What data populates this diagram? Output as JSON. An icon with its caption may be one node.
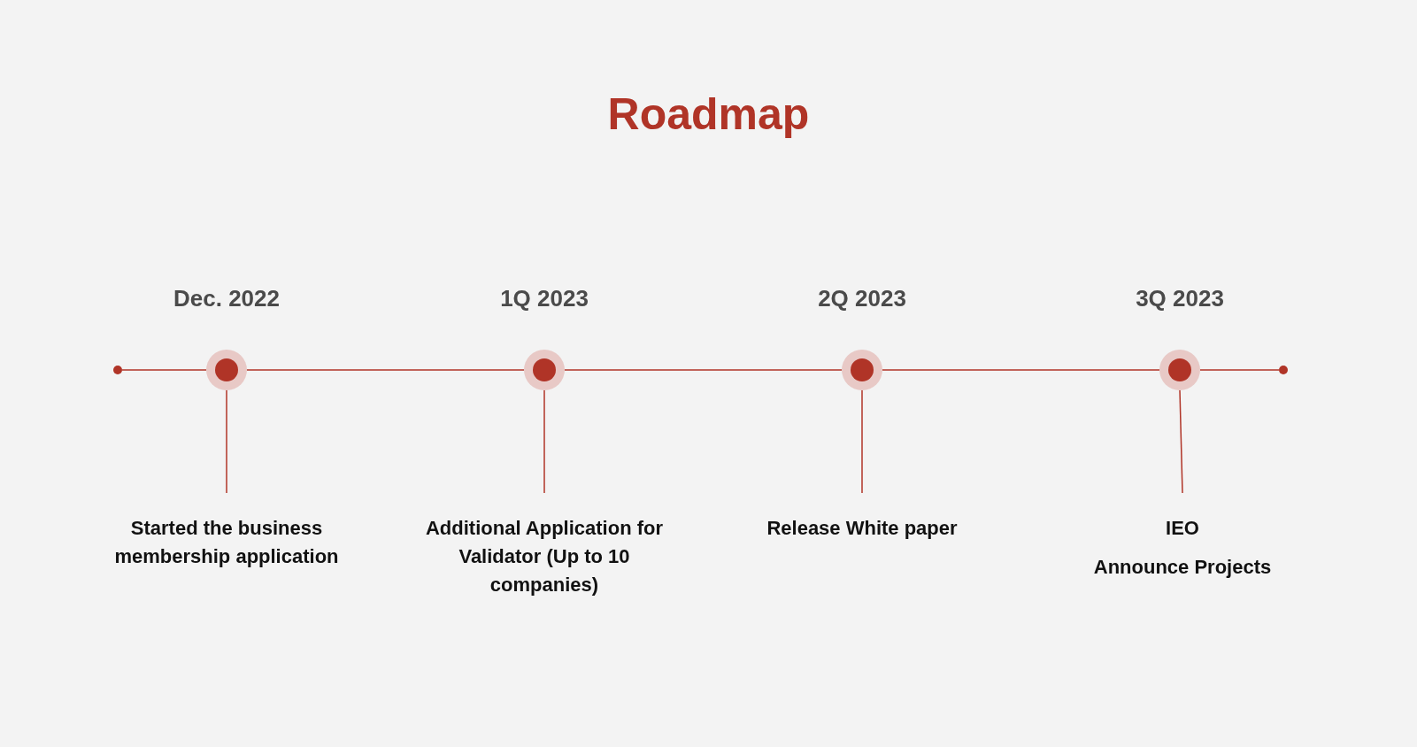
{
  "diagram": {
    "title": "Roadmap",
    "nodes": [
      {
        "text": [],
        "shape": "circle"
      },
      {
        "text": [],
        "shape": "circle",
        "beside": [
          "Dec. 2022"
        ]
      },
      {
        "text": [],
        "shape": "circle",
        "beside": [
          "1Q 2023"
        ]
      },
      {
        "text": [],
        "shape": "circle",
        "beside": [
          "2Q 2023"
        ]
      },
      {
        "text": [],
        "shape": "circle",
        "beside": [
          "3Q 2023"
        ]
      },
      {
        "text": [],
        "shape": "circle"
      },
      {
        "text": [
          "Started the business membership application"
        ]
      },
      {
        "text": [
          "Additional Application for Validator (Up to 10 companies)"
        ]
      },
      {
        "text": [
          "Release White paper"
        ]
      },
      {
        "text": [
          "IEO",
          "Announce Projects"
        ]
      }
    ],
    "edges": [
      {
        "from": 0,
        "to": 1,
        "arrow": "none"
      },
      {
        "from": 1,
        "to": 2,
        "arrow": "none"
      },
      {
        "from": 2,
        "to": 3,
        "arrow": "none"
      },
      {
        "from": 3,
        "to": 4,
        "arrow": "none"
      },
      {
        "from": 4,
        "to": 5,
        "arrow": "none"
      },
      {
        "from": 1,
        "to": 6,
        "arrow": "none"
      },
      {
        "from": 2,
        "to": 7,
        "arrow": "none"
      },
      {
        "from": 3,
        "to": 8,
        "arrow": "none"
      },
      {
        "from": 4,
        "to": 9,
        "arrow": "none"
      }
    ]
  }
}
